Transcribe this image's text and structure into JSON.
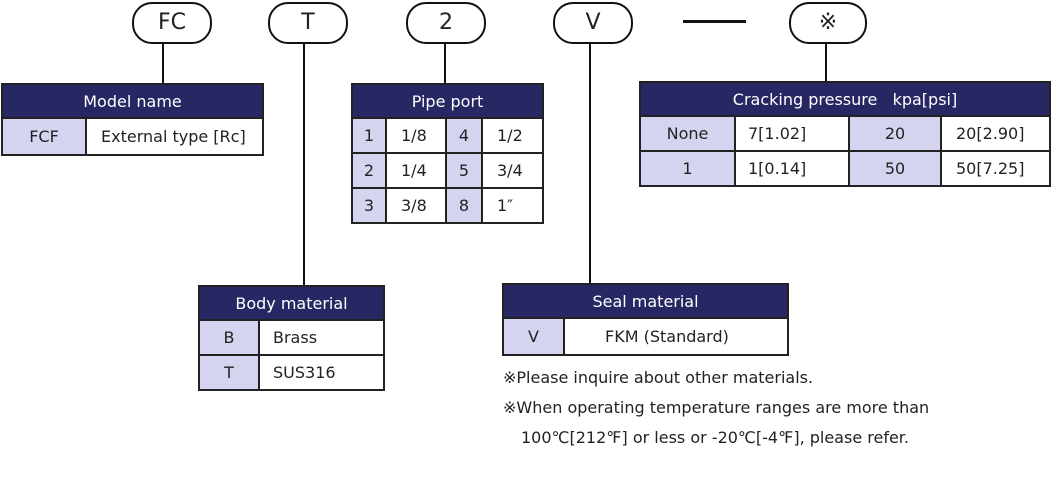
{
  "codes": [
    "FC",
    "T",
    "2",
    "V",
    "※"
  ],
  "model": {
    "title": "Model name",
    "rows": [
      [
        "FCF",
        "External type [Rc]"
      ]
    ]
  },
  "pipe": {
    "title": "Pipe port",
    "rows": [
      [
        "1",
        "1/8",
        "4",
        "1/2"
      ],
      [
        "2",
        "1/4",
        "5",
        "3/4"
      ],
      [
        "3",
        "3/8",
        "8",
        "1″"
      ]
    ]
  },
  "body": {
    "title": "Body material",
    "rows": [
      [
        "B",
        "Brass"
      ],
      [
        "T",
        "SUS316"
      ]
    ]
  },
  "seal": {
    "title": "Seal material",
    "rows": [
      [
        "V",
        "FKM (Standard)"
      ]
    ]
  },
  "cracking": {
    "title": "Cracking pressure   kpa[psi]",
    "rows": [
      [
        "None",
        "7[1.02]",
        "20",
        "20[2.90]"
      ],
      [
        "1",
        "1[0.14]",
        "50",
        "50[7.25]"
      ]
    ]
  },
  "notes": [
    "※Please inquire about other materials.",
    "※When operating temperature ranges are more than",
    "100℃[212℉] or less or -20℃[-4℉], please refer."
  ]
}
